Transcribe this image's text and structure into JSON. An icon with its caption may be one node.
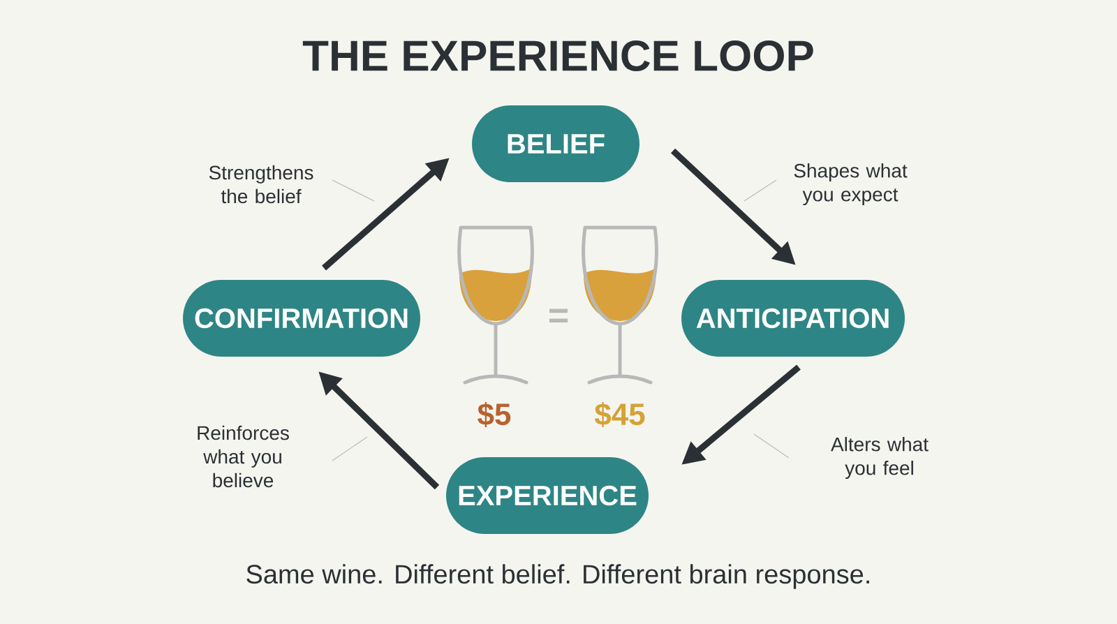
{
  "diagram": {
    "title": "THE EXPERIENCE LOOP",
    "caption": "Same wine. Different belief. Different brain response.",
    "nodes": [
      {
        "text": [
          "BELIEF"
        ]
      },
      {
        "text": [
          "CONFIRMATION"
        ]
      },
      {
        "text": [
          "ANTICIPATION"
        ]
      },
      {
        "text": [
          "EXPERIENCE"
        ]
      }
    ],
    "edges": [
      {
        "from": 0,
        "to": 2,
        "arrow": "to",
        "label": "Shapes what you expect"
      },
      {
        "from": 2,
        "to": 3,
        "arrow": "to",
        "label": "Alters what you feel"
      },
      {
        "from": 3,
        "to": 1,
        "arrow": "to",
        "label": "Reinforces what you believe"
      },
      {
        "from": 1,
        "to": 0,
        "arrow": "to",
        "label": "Strengthens the belief"
      }
    ],
    "labels": [
      "=",
      "$5",
      "$45"
    ]
  }
}
